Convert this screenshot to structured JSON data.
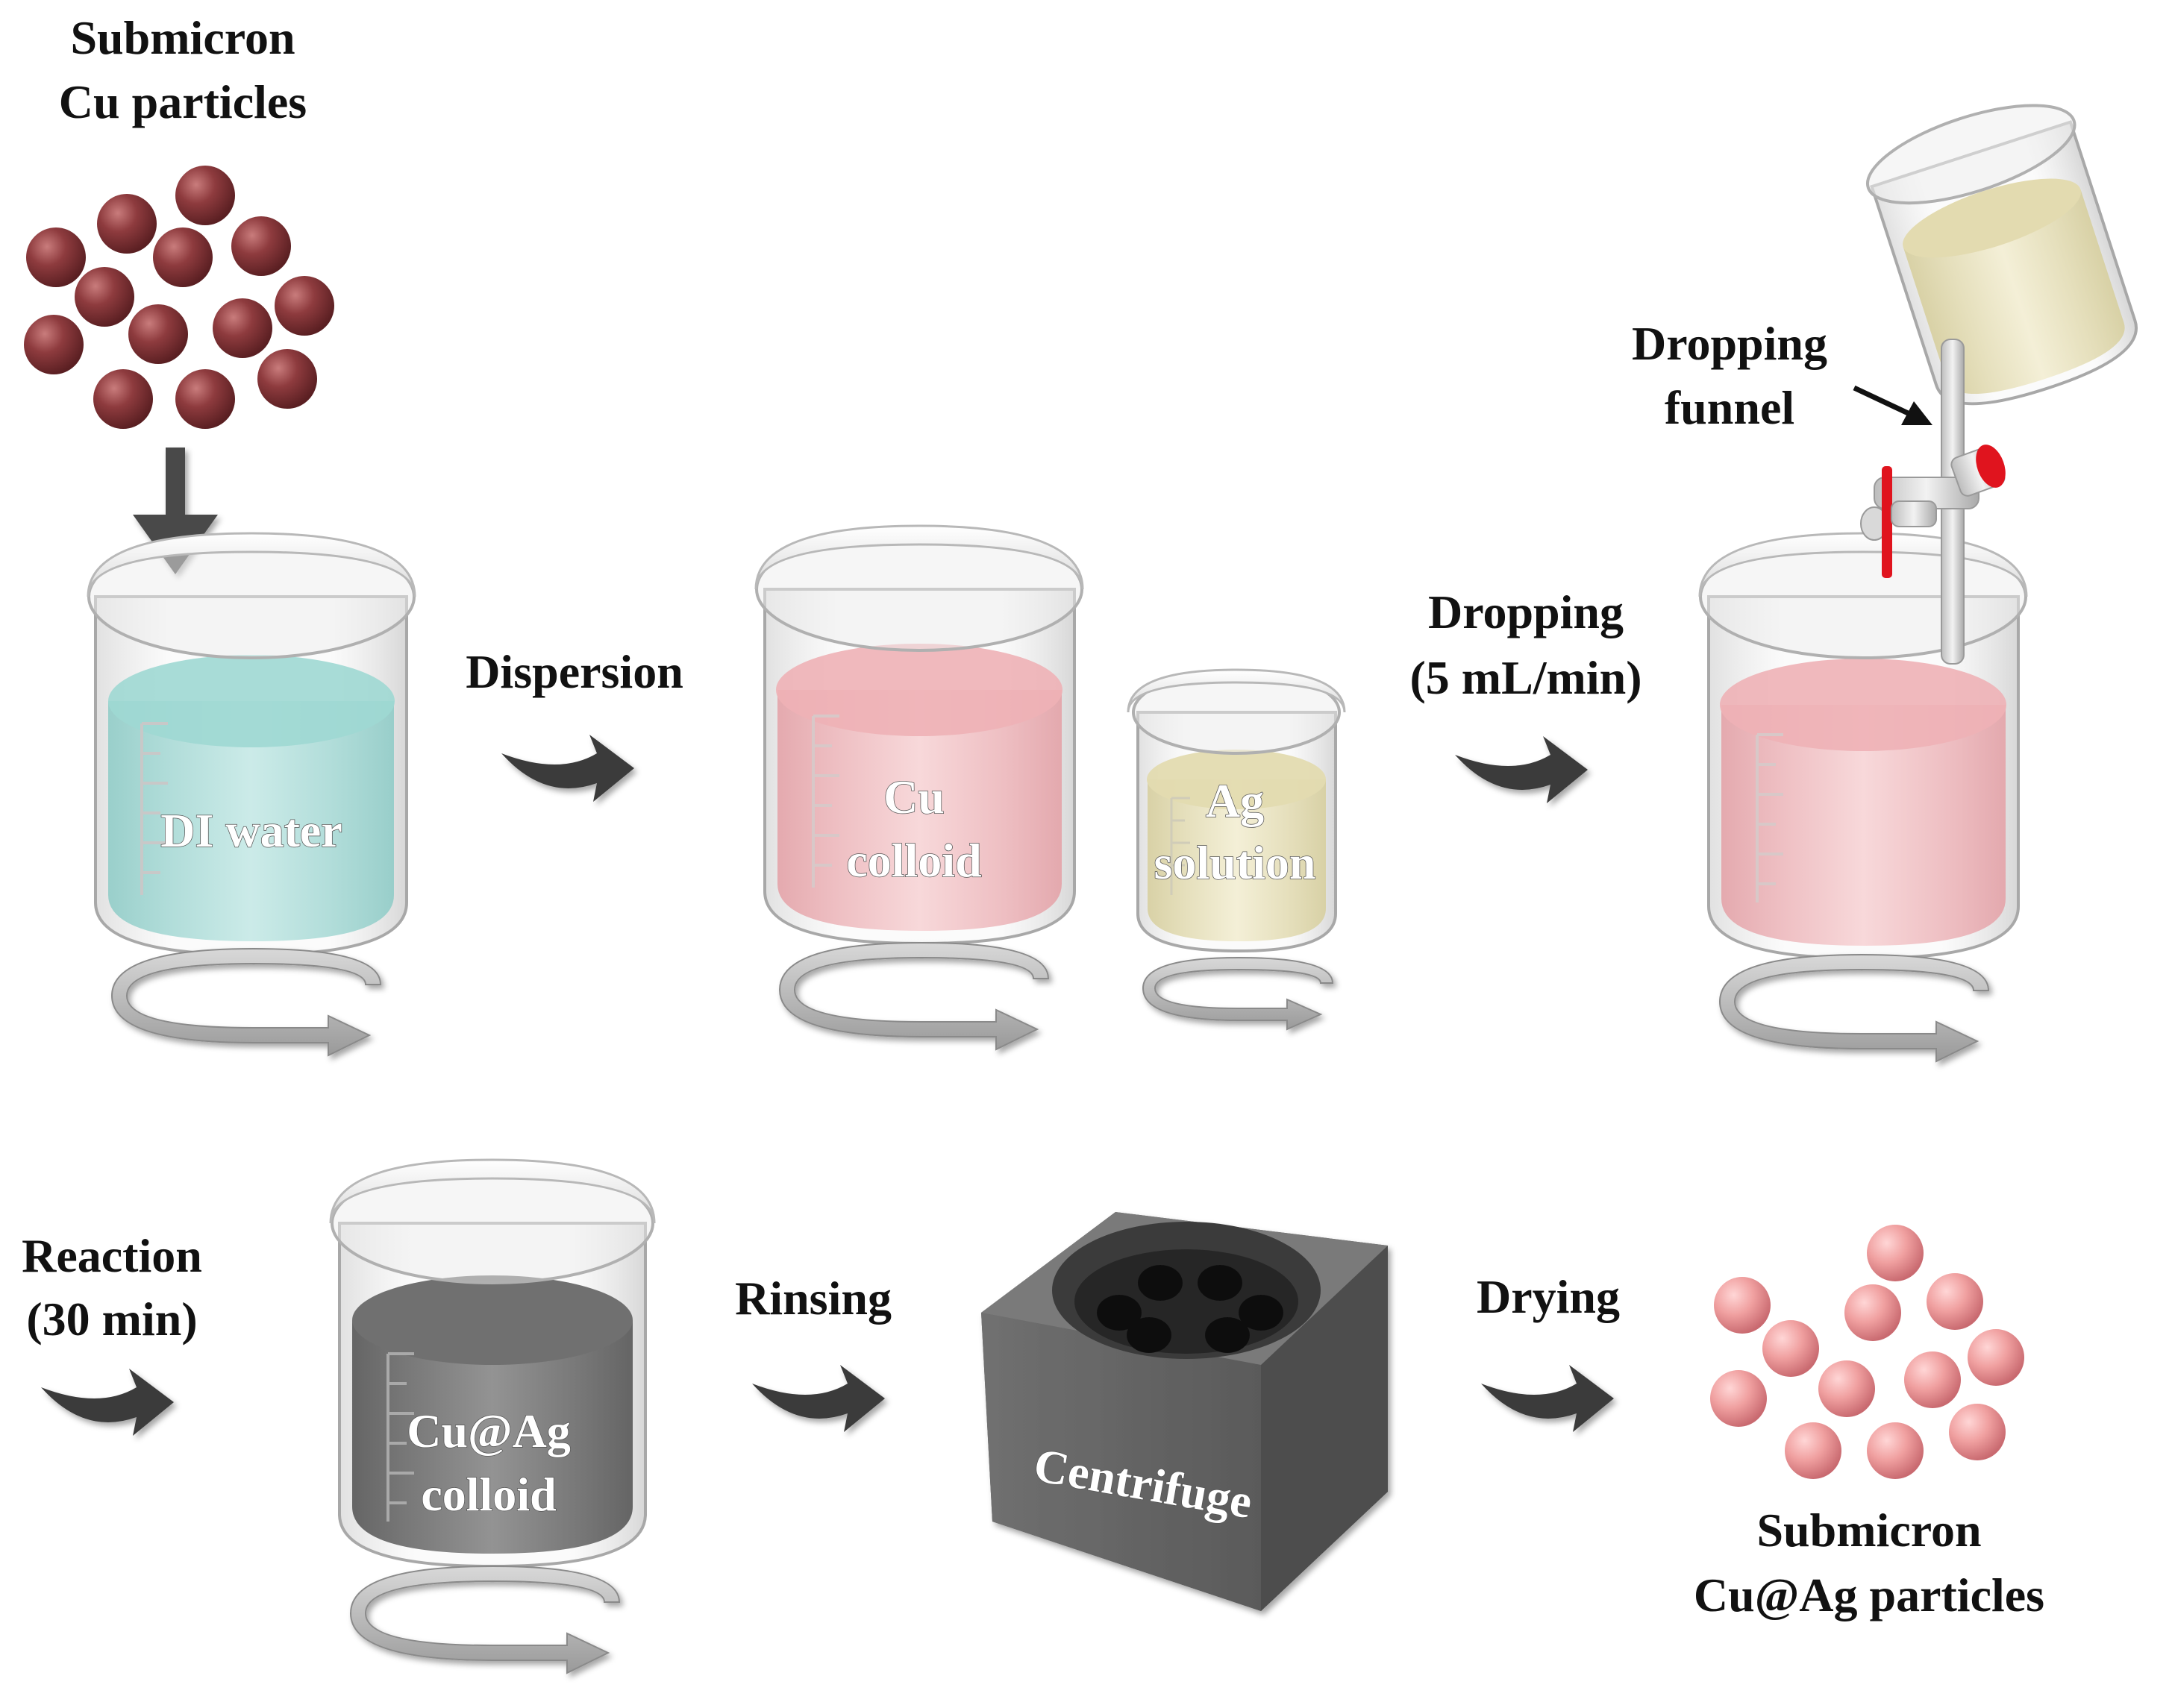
{
  "labels": {
    "cu_particles_l1": "Submicron",
    "cu_particles_l2": "Cu particles",
    "di_water": "DI water",
    "dispersion": "Dispersion",
    "cu_colloid_l1": "Cu",
    "cu_colloid_l2": "colloid",
    "ag_solution_l1": "Ag",
    "ag_solution_l2": "solution",
    "dropping_l1": "Dropping",
    "dropping_l2": "(5 mL/min)",
    "funnel_l1": "Dropping",
    "funnel_l2": "funnel",
    "reaction_l1": "Reaction",
    "reaction_l2": "(30 min)",
    "cuag_colloid_l1": "Cu@Ag",
    "cuag_colloid_l2": "colloid",
    "rinsing": "Rinsing",
    "centrifuge": "Centrifuge",
    "drying": "Drying",
    "cuag_particles_l1": "Submicron",
    "cuag_particles_l2": "Cu@Ag particles"
  },
  "colors": {
    "cu_particle": "#8e3b3e",
    "cuag_particle": "#f0a0a0",
    "di_water": "#a9dcd8",
    "cu_colloid": "#f0b8bc",
    "ag_solution": "#e9e2bd",
    "cuag_colloid": "#6e6e6e",
    "centrifuge": "#6a6a6a",
    "stopcock": "#e0141e",
    "arrow": "#3b3b3b"
  }
}
